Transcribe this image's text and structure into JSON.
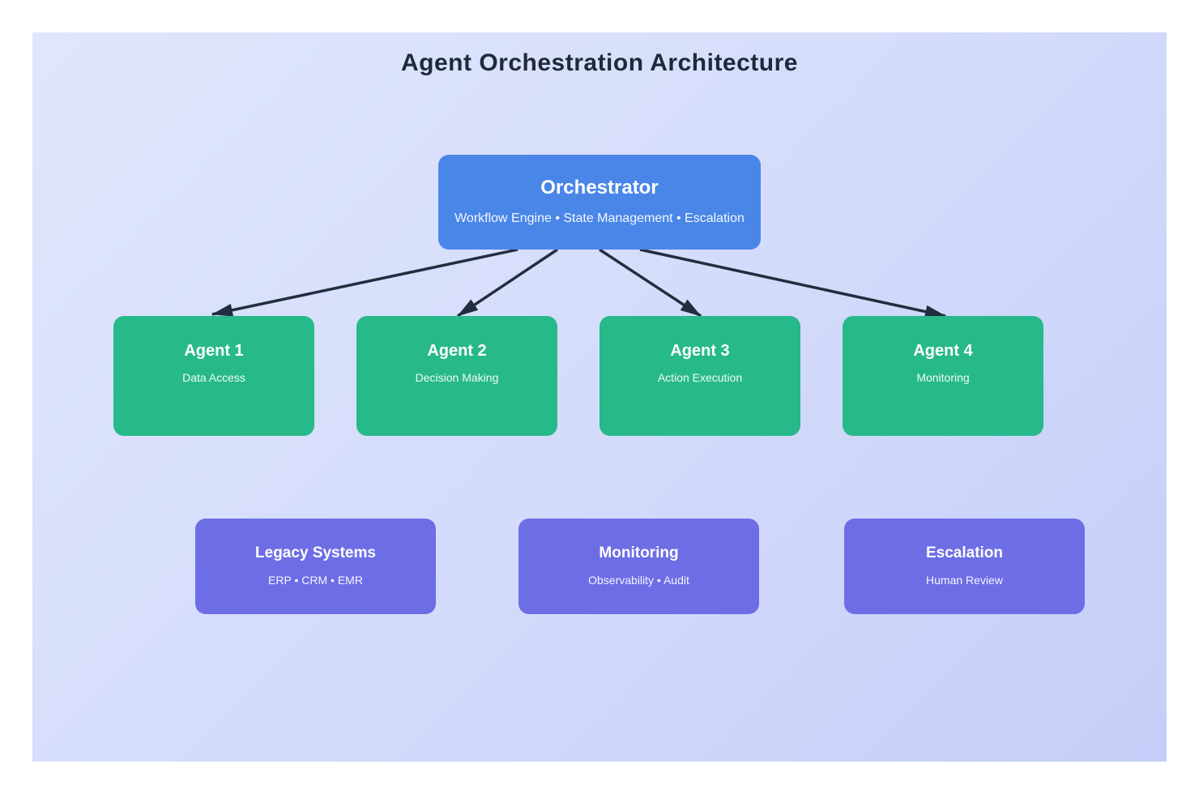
{
  "title": "Agent Orchestration Architecture",
  "colors": {
    "orchestrator_fill": "#4a86e8",
    "agent_fill": "#28b98a",
    "system_fill": "#6d6ee6",
    "arrow": "#222e3e",
    "title_text": "#1e2a3a",
    "node_text": "#ffffff",
    "canvas_bg_start": "#e0e6fc",
    "canvas_bg_end": "#c4cef8"
  },
  "orchestrator": {
    "title": "Orchestrator",
    "subtitle": "Workflow Engine • State Management • Escalation"
  },
  "agents": [
    {
      "title": "Agent 1",
      "subtitle": "Data Access"
    },
    {
      "title": "Agent 2",
      "subtitle": "Decision Making"
    },
    {
      "title": "Agent 3",
      "subtitle": "Action Execution"
    },
    {
      "title": "Agent 4",
      "subtitle": "Monitoring"
    }
  ],
  "systems": [
    {
      "title": "Legacy Systems",
      "subtitle": "ERP • CRM • EMR"
    },
    {
      "title": "Monitoring",
      "subtitle": "Observability • Audit"
    },
    {
      "title": "Escalation",
      "subtitle": "Human Review"
    }
  ]
}
